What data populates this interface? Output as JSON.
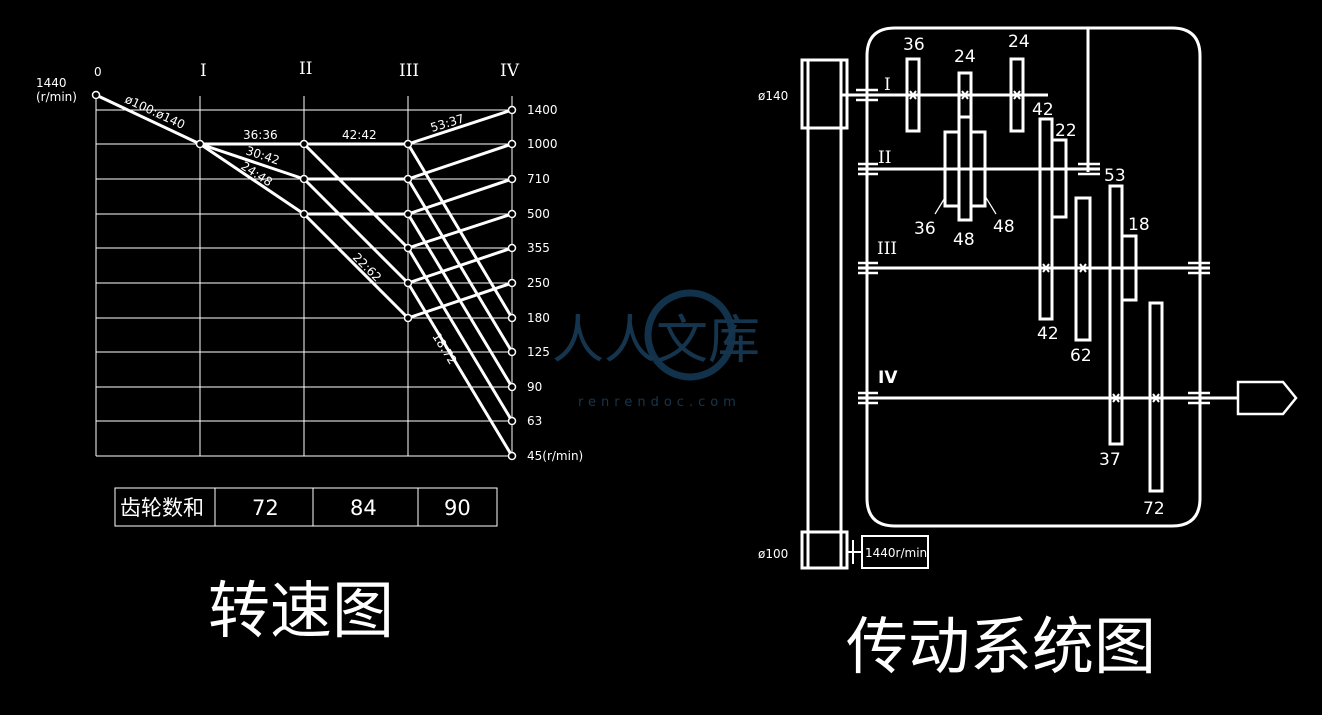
{
  "speed_diagram": {
    "title": "转速图",
    "origin_speed": "1440",
    "origin_unit": "(r/min)",
    "shaft_labels": [
      "0",
      "I",
      "II",
      "III",
      "IV"
    ],
    "speed_labels": [
      "1400",
      "1000",
      "710",
      "500",
      "355",
      "250",
      "180",
      "125",
      "90",
      "63",
      "45(r/min)"
    ],
    "ratio_labels": {
      "belt": "ø100:ø140",
      "r1": "36:36",
      "r2": "30:42",
      "r3": "24:48",
      "r4": "42:42",
      "r5": "22:62",
      "r6": "53:37",
      "r7": "18:72"
    },
    "gear_sum_table": {
      "header": "齿轮数和",
      "values": [
        "72",
        "84",
        "90"
      ]
    }
  },
  "transmission_diagram": {
    "title": "传动系统图",
    "pulley_top": "ø140",
    "pulley_bottom": "ø100",
    "motor_label": "1440r/min",
    "shaft_labels": [
      "I",
      "II",
      "III",
      "IV"
    ],
    "gear_labels": {
      "g36_top": "36",
      "g24_a": "24",
      "g24_b": "24",
      "g42_top": "42",
      "g22": "22",
      "g53": "53",
      "g18": "18",
      "g36_bottom": "36",
      "g48_a": "48",
      "g48_b": "48",
      "g42_bottom": "42",
      "g62": "62",
      "g37": "37",
      "g72": "72"
    }
  },
  "watermark": {
    "text": "人人文库",
    "url": "renrendoc.com"
  }
}
